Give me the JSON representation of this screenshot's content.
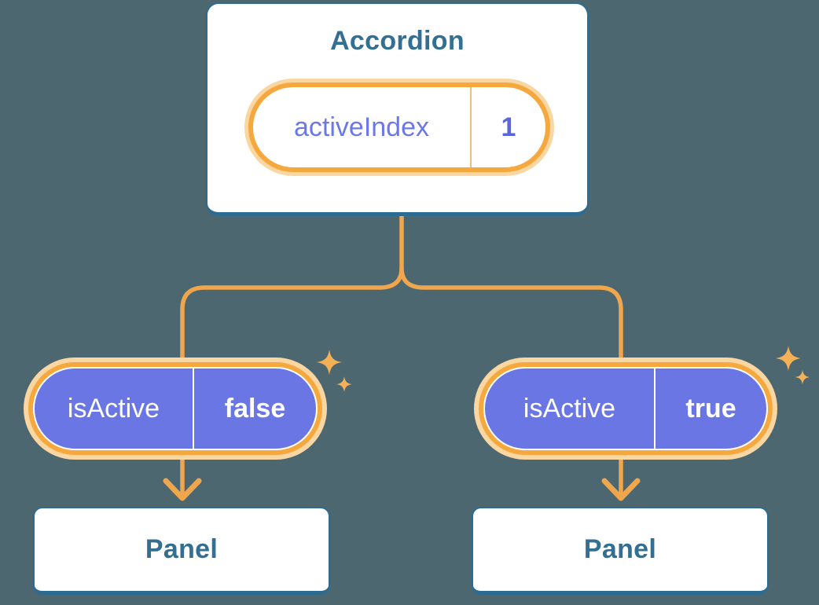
{
  "diagram": {
    "root_component": {
      "title": "Accordion",
      "state_pill": {
        "name": "activeIndex",
        "value": "1"
      }
    },
    "children": [
      {
        "prop_pill": {
          "name": "isActive",
          "value": "false"
        },
        "component": {
          "title": "Panel"
        }
      },
      {
        "prop_pill": {
          "name": "isActive",
          "value": "true"
        },
        "component": {
          "title": "Panel"
        }
      }
    ]
  },
  "icons": {
    "sparkle": "four-point-star",
    "arrow": "downward-chevron-arrow"
  },
  "colors": {
    "background": "#4C6770",
    "card_border_blue": "#2D6C90",
    "card_fill": "#FFFFFF",
    "heading_text_blue": "#336F92",
    "connector_orange": "#F0A64C",
    "ring_orange": "#F5A83E",
    "halo_orange": "#FAD7A2",
    "sparkle_orange": "#F6B157",
    "pill_purple": "#6A76E3",
    "state_name_text": "#6B79E8",
    "state_value_text": "#5A65DB",
    "state_divider": "#F2BE71",
    "prop_text": "#FFFFFF"
  }
}
